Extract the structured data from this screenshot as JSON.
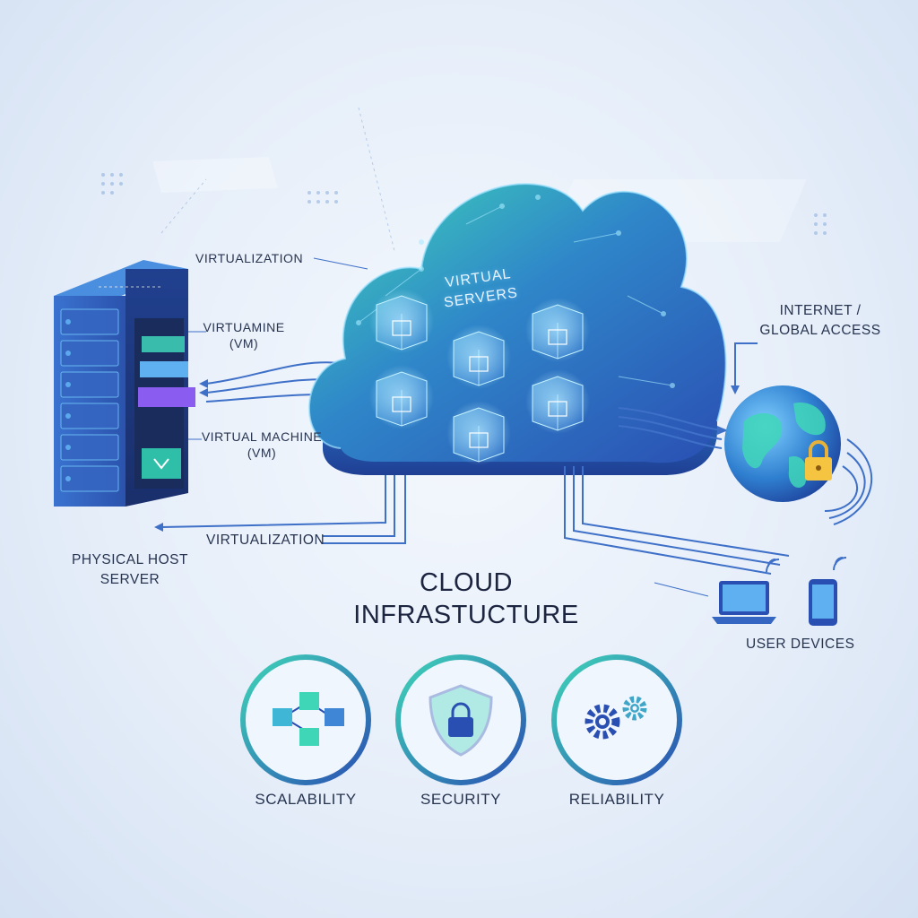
{
  "diagram": {
    "title_line1": "CLOUD",
    "title_line2": "INFRASTUCTURE",
    "cloud_label_line1": "VIRTUAL",
    "cloud_label_line2": "SERVERS",
    "server": {
      "label_line1": "PHYSICAL HOST",
      "label_line2": "SERVER",
      "vm_label_top_line1": "VIRTUAMINE",
      "vm_label_top_line2": "(VM)",
      "vm_label_bottom_line1": "VIRTUAL MACHINE",
      "vm_label_bottom_line2": "(VM)",
      "virtualization_top": "VIRTUALIZATION",
      "virtualization_bottom": "VIRTUALIZATION"
    },
    "internet_line1": "INTERNET /",
    "internet_line2": "GLOBAL ACCESS",
    "user_devices": "USER DEVICES",
    "features": [
      {
        "label": "SCALABILITY",
        "icon": "network-nodes-icon"
      },
      {
        "label": "SECURITY",
        "icon": "shield-lock-icon"
      },
      {
        "label": "RELIABILITY",
        "icon": "gears-icon"
      }
    ],
    "colors": {
      "teal": "#3fd6b8",
      "blue": "#2a5fbf",
      "navy": "#1c2540",
      "purple": "#8a5cf0"
    }
  }
}
